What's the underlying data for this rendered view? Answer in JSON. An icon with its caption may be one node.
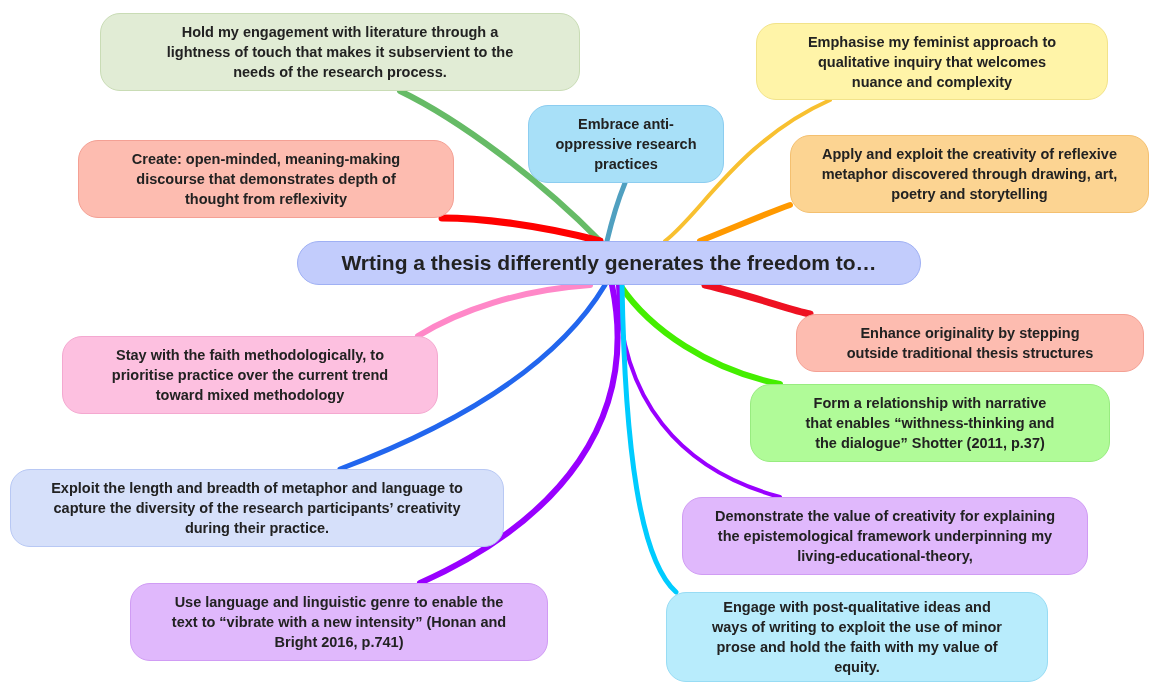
{
  "diagram": {
    "nodes": [
      {
        "text": [
          "Wrting a thesis differently generates the freedom to…"
        ]
      },
      {
        "text": [
          "Hold my engagement with literature through a lightness of touch that makes it subservient to the needs of the research process."
        ]
      },
      {
        "text": [
          "Emphasise my feminist approach to qualitative inquiry that welcomes nuance and complexity"
        ]
      },
      {
        "text": [
          "Embrace anti-oppressive research practices"
        ]
      },
      {
        "text": [
          "Create: open-minded, meaning-making discourse that demonstrates depth of thought from reflexivity"
        ]
      },
      {
        "text": [
          "Apply and exploit the creativity of reflexive metaphor discovered through drawing, art, poetry and storytelling"
        ]
      },
      {
        "text": [
          "Enhance originality by stepping outside traditional thesis structures"
        ]
      },
      {
        "text": [
          "Stay with the faith methodologically, to prioritise practice over the current trend toward mixed methodology"
        ]
      },
      {
        "text": [
          "Form a relationship with narrative that enables “withness-thinking and the dialogue” Shotter (2011, p.37)"
        ]
      },
      {
        "text": [
          "Exploit the length and breadth of metaphor and language to capture the diversity of the research participants’ creativity during their practice."
        ]
      },
      {
        "text": [
          "Demonstrate the value of creativity for explaining the epistemological framework underpinning my living-educational-theory,"
        ]
      },
      {
        "text": [
          "Use language and linguistic genre to enable the text to “vibrate with a new intensity” (Honan and Bright 2016, p.741)"
        ]
      },
      {
        "text": [
          "Engage with post-qualitative ideas and ways of writing to exploit the use of minor prose and hold the faith with my value of equity."
        ]
      }
    ],
    "edges": [
      {
        "from": 0,
        "to": 1,
        "arrow": "none",
        "color": "#66bb66"
      },
      {
        "from": 0,
        "to": 2,
        "arrow": "none",
        "color": "#f8c030"
      },
      {
        "from": 0,
        "to": 3,
        "arrow": "none",
        "color": "#50a0c0"
      },
      {
        "from": 0,
        "to": 4,
        "arrow": "none",
        "color": "#ff0000"
      },
      {
        "from": 0,
        "to": 5,
        "arrow": "none",
        "color": "#ff9900"
      },
      {
        "from": 0,
        "to": 6,
        "arrow": "none",
        "color": "#ee1122"
      },
      {
        "from": 0,
        "to": 7,
        "arrow": "none",
        "color": "#ff88c8"
      },
      {
        "from": 0,
        "to": 8,
        "arrow": "none",
        "color": "#44ee00"
      },
      {
        "from": 0,
        "to": 9,
        "arrow": "none",
        "color": "#2266ee"
      },
      {
        "from": 0,
        "to": 10,
        "arrow": "none",
        "color": "#9900ff"
      },
      {
        "from": 0,
        "to": 11,
        "arrow": "none",
        "color": "#9900ff"
      },
      {
        "from": 0,
        "to": 12,
        "arrow": "none",
        "color": "#00ccff"
      }
    ]
  }
}
